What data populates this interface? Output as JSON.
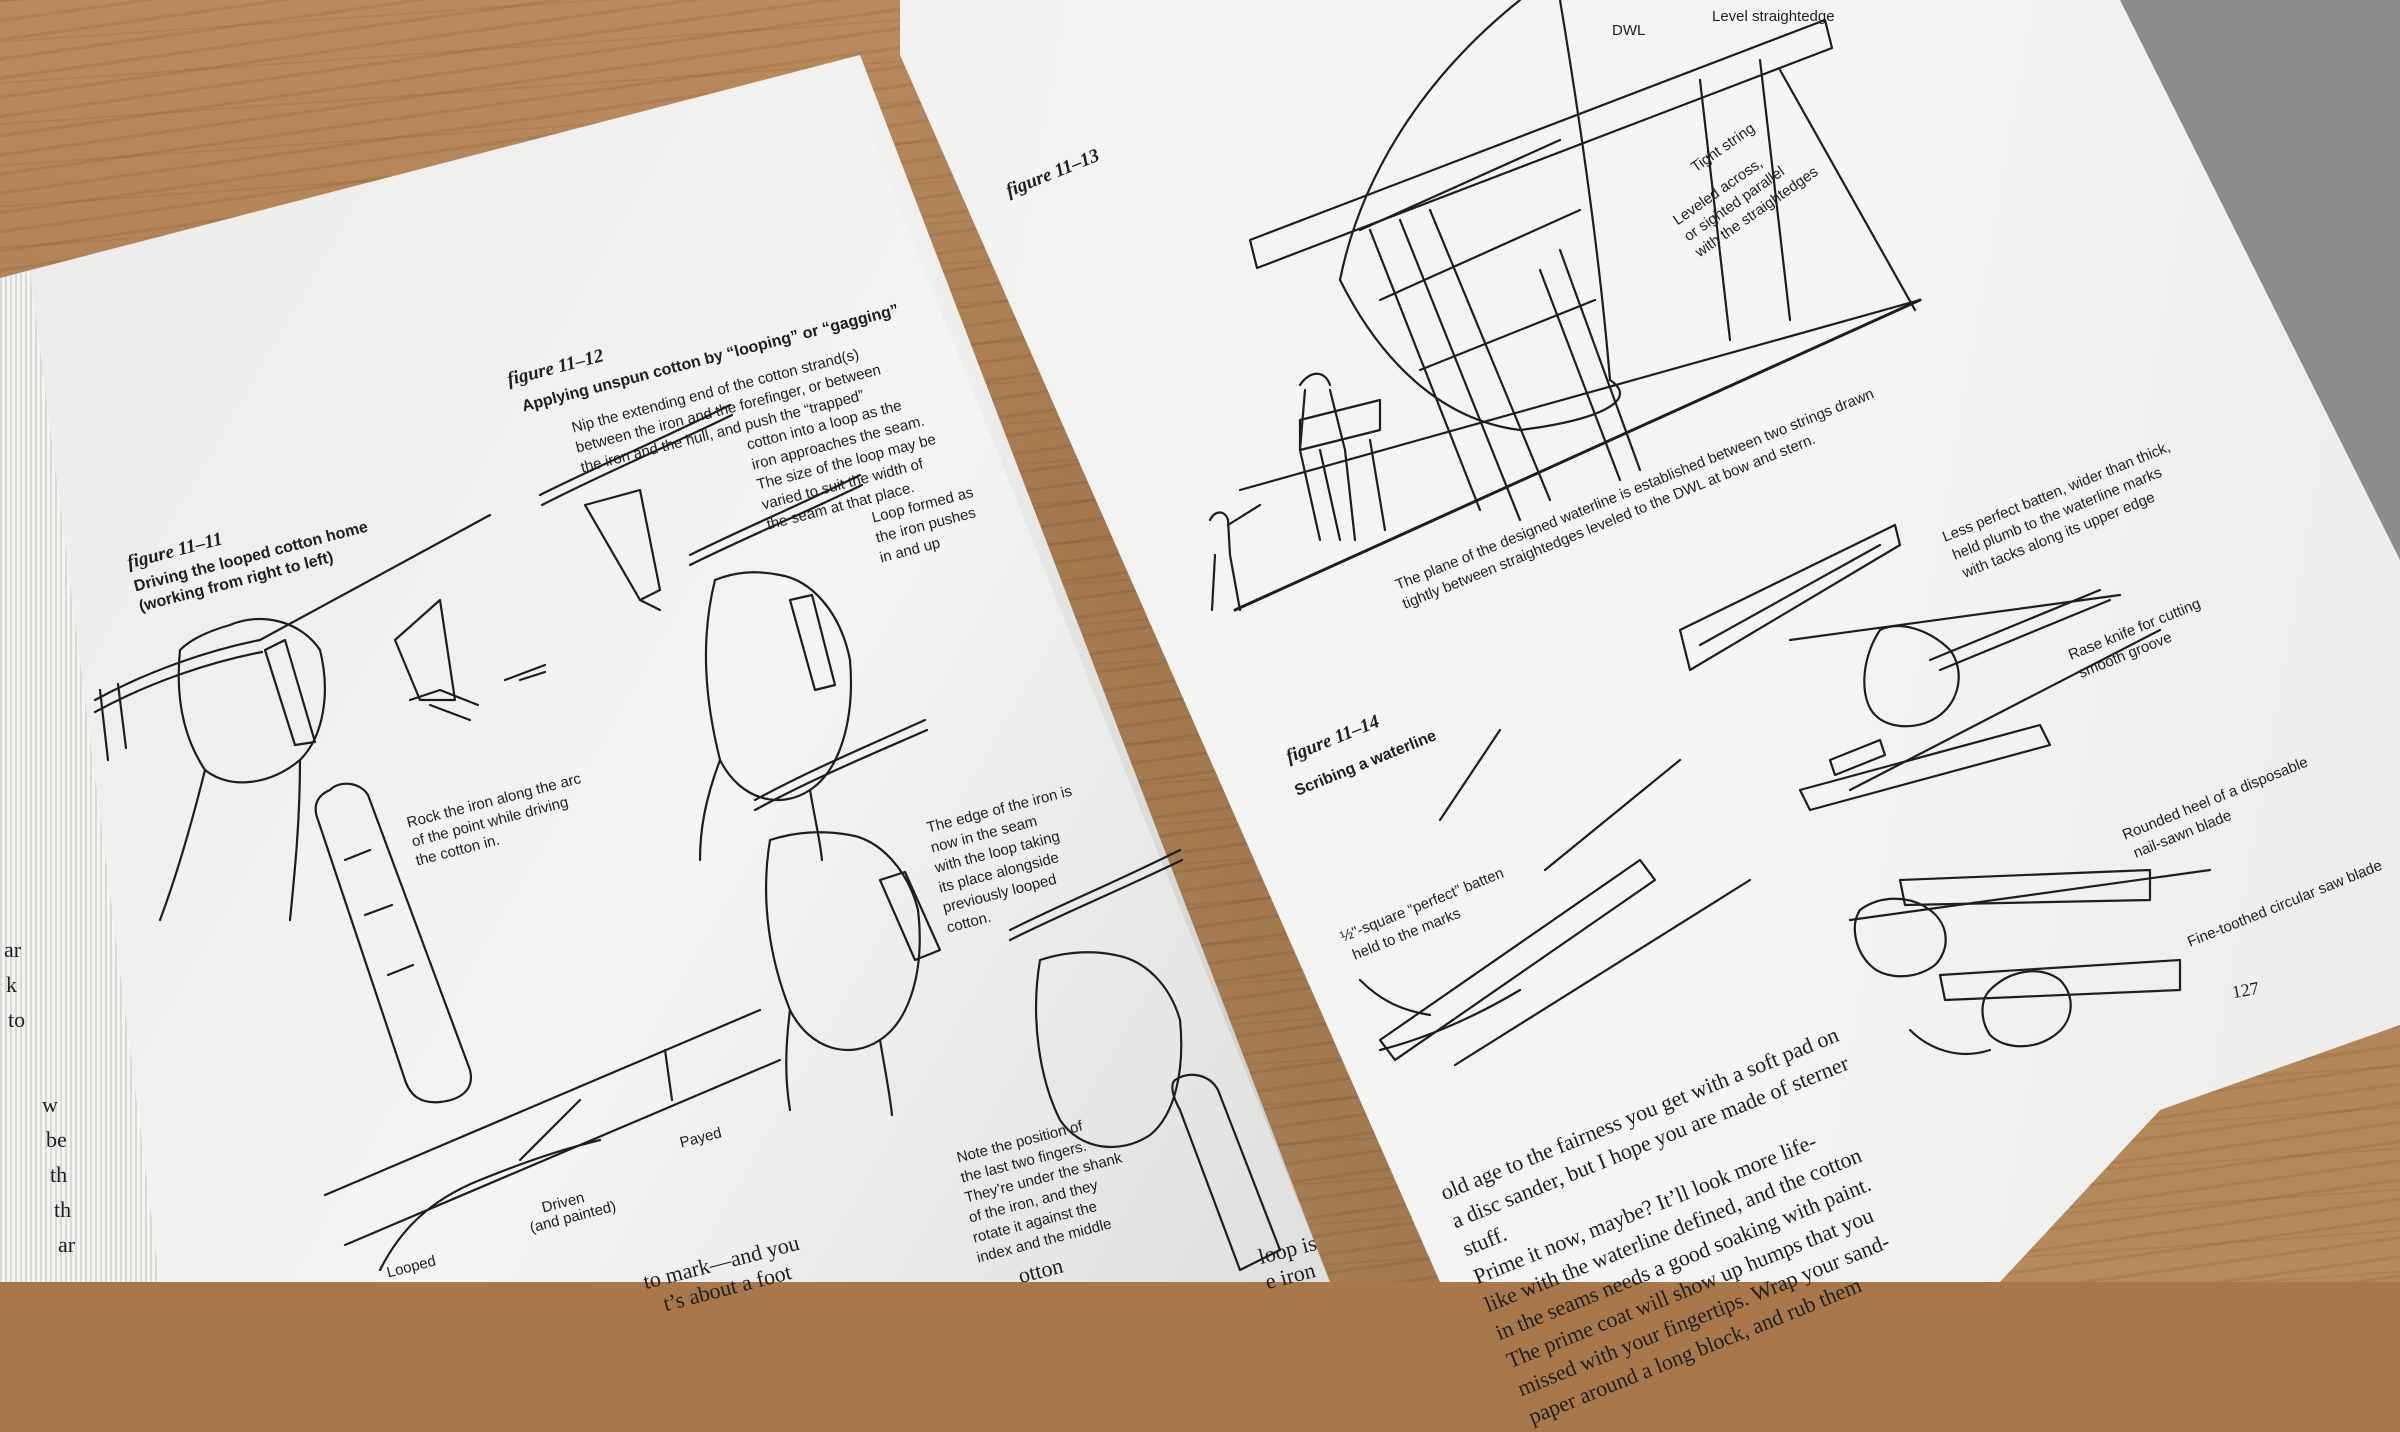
{
  "left_page": {
    "fig_11_11": {
      "label": "figure 11–11",
      "caption_lines": [
        "Driving the looped cotton home",
        "(working from right to left)"
      ],
      "note_lines": [
        "Rock the iron along the arc",
        "of the point while driving",
        "the cotton in."
      ]
    },
    "fig_11_12": {
      "label": "figure 11–12",
      "caption": "Applying unspun cotton by “looping” or “gagging”",
      "intro_lines": [
        "Nip the extending end of the cotton strand(s)",
        "between the iron and the forefinger, or between",
        "the iron and the hull, and push the “trapped”",
        "cotton into a loop as the",
        "iron approaches the seam.",
        "The size of the loop may be",
        "varied to suit the width of",
        "the seam at that place."
      ],
      "loop_note_lines": [
        "Loop formed as",
        "the iron pushes",
        "in and up"
      ],
      "edge_note_lines": [
        "The edge of the iron is",
        "now in the seam",
        "with the loop taking",
        "its place alongside",
        "previously looped",
        "cotton."
      ],
      "fingers_note_lines": [
        "Note the position of",
        "the last two fingers.",
        "They’re under the shank",
        "of the iron, and they",
        "rotate it against the",
        "index and the middle"
      ],
      "stage_labels": {
        "looped": "Looped",
        "driven": "Driven",
        "driven_sub": "(and painted)",
        "payed": "Payed"
      }
    },
    "fragments": {
      "bottom_a": "to mark—and you",
      "bottom_b": "t’s about a foot",
      "bottom_c": "otton",
      "bottom_d": "loop is",
      "bottom_e": "e iron",
      "margin_letters": [
        "ar",
        "k",
        "to",
        "w",
        "be",
        "th",
        "th",
        "ar"
      ]
    }
  },
  "right_page": {
    "fig_11_13": {
      "label": "figure 11–13",
      "labels": {
        "dwl": "DWL",
        "level_straightedge": "Level straightedge",
        "tight_string": "Tight string"
      },
      "leveled_lines": [
        "Leveled across,",
        "or sighted parallel",
        "with the straightedges"
      ],
      "caption_lines": [
        "The plane of the designed waterline is established between two strings drawn",
        "tightly between straightedges leveled to the DWL at bow and stern."
      ]
    },
    "fig_11_14": {
      "label": "figure 11–14",
      "caption": "Scribing a waterline",
      "batten_note_lines": [
        "Less perfect batten, wider than thick,",
        "held plumb to the waterline marks",
        "with tacks along its upper edge"
      ],
      "rase_note_lines": [
        "Rase knife for cutting",
        "smooth groove"
      ],
      "heel_note_lines": [
        "Rounded heel of a disposable",
        "nail-sawn blade"
      ],
      "saw_note": "Fine-toothed circular saw blade",
      "perfect_batten_lines": [
        "½\"-square “perfect” batten",
        "held to the marks"
      ]
    },
    "body_lines": [
      "old age to the fairness you get with a soft pad on",
      "a disc sander, but I hope you are made of sterner",
      "stuff.",
      "      Prime it now, maybe? It’ll look more life-",
      "like with the waterline defined, and the cotton",
      "in the seams needs a good soaking with paint.",
      "The prime coat will show up humps that you",
      "missed with your fingertips. Wrap your sand-",
      "paper around a long block, and rub them"
    ],
    "page_number": "127"
  },
  "colors": {
    "wood": "#a97a4c",
    "paper": "#f2f2f0",
    "ink": "#1e1e1e"
  }
}
